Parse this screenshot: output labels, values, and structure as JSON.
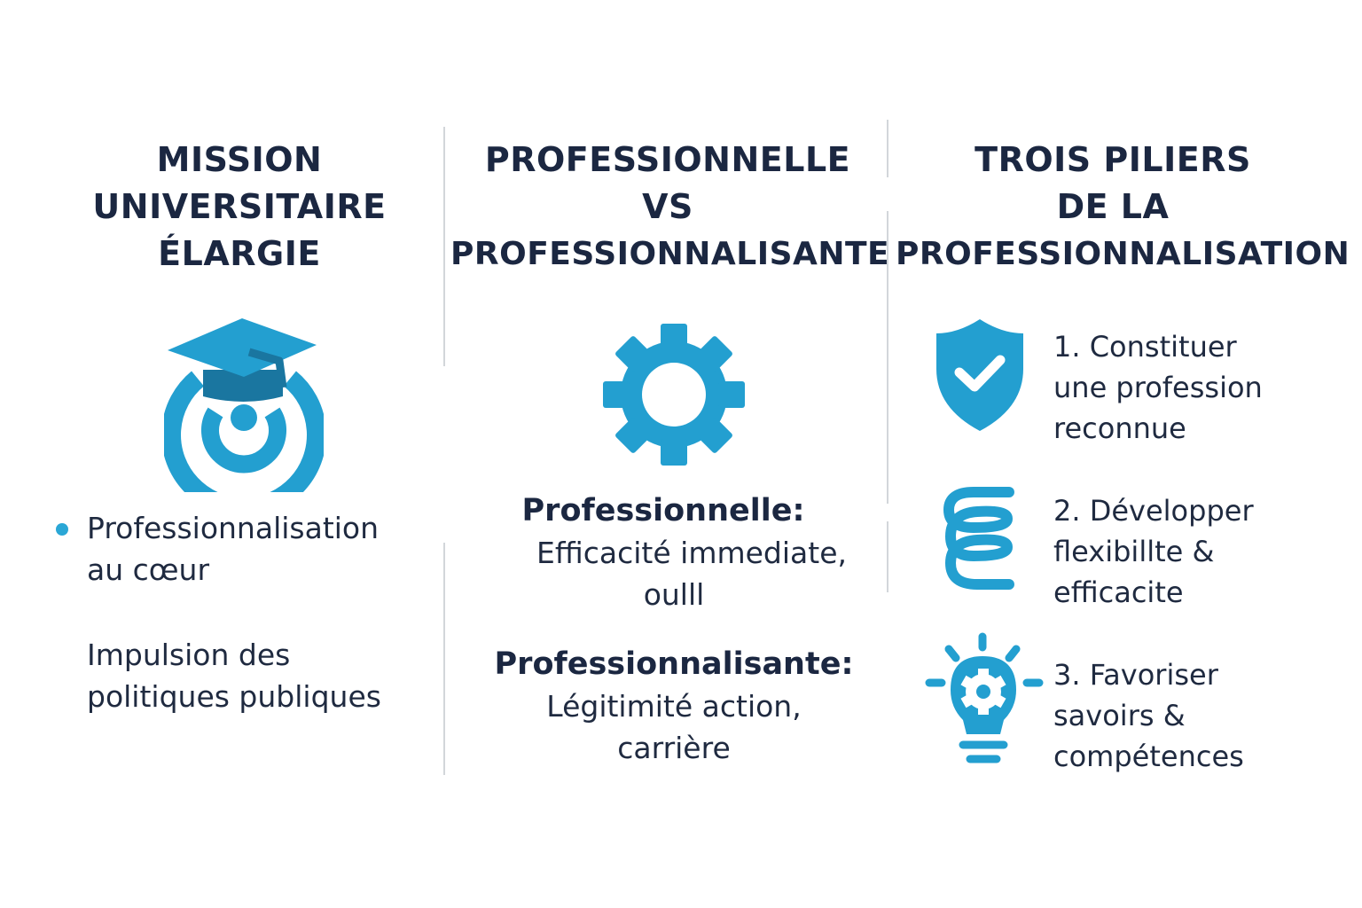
{
  "colors": {
    "accent": "#239fd0",
    "accent_dark": "#1a76a0",
    "text": "#1b2741",
    "divider": "#d2d6da",
    "background": "#ffffff"
  },
  "columns": [
    {
      "title_lines": [
        "MISSION",
        "UNIVERSITAIRE",
        "ÉLARGIE"
      ],
      "icon": "graduation-cap-target-icon",
      "bullets": [
        {
          "has_dot": true,
          "lines": [
            "Professionnalisation",
            "au cœur"
          ]
        },
        {
          "has_dot": false,
          "lines": [
            "Impulsion des",
            "politiques publiques"
          ]
        }
      ]
    },
    {
      "title_lines": [
        "PROFESSIONNELLE",
        "VS",
        "PROFESSIONNALISANTE"
      ],
      "icon": "gear-icon",
      "definitions": [
        {
          "term": "Professionnelle:",
          "desc_lines": [
            "Efficacité immediate,",
            "oulll"
          ]
        },
        {
          "term": "Professionnalisante:",
          "desc_lines": [
            "Légitimité action,",
            "carrière"
          ]
        }
      ]
    },
    {
      "title_lines": [
        "TROIS PILIERS",
        "DE LA",
        "PROFESSIONNALISATION"
      ],
      "pillars": [
        {
          "icon": "shield-check-icon",
          "lines": [
            "1. Constituer",
            "une profession",
            "reconnue"
          ]
        },
        {
          "icon": "spring-icon",
          "lines": [
            "2. Développer",
            "flexibillte &",
            "efficacite"
          ]
        },
        {
          "icon": "lightbulb-gear-icon",
          "lines": [
            "3. Favoriser",
            "savoirs &",
            "compétences"
          ]
        }
      ]
    }
  ]
}
